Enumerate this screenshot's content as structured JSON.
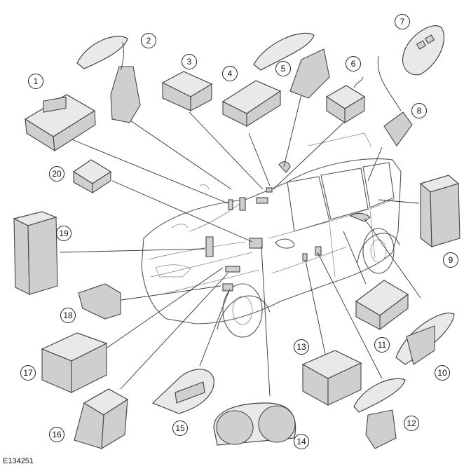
{
  "figure_id": "E134251",
  "callouts": [
    {
      "label": "1"
    },
    {
      "label": "2"
    },
    {
      "label": "3"
    },
    {
      "label": "4"
    },
    {
      "label": "5"
    },
    {
      "label": "6"
    },
    {
      "label": "7"
    },
    {
      "label": "8"
    },
    {
      "label": "9"
    },
    {
      "label": "10"
    },
    {
      "label": "11"
    },
    {
      "label": "12"
    },
    {
      "label": "13"
    },
    {
      "label": "14"
    },
    {
      "label": "15"
    },
    {
      "label": "16"
    },
    {
      "label": "17"
    },
    {
      "label": "18"
    },
    {
      "label": "19"
    },
    {
      "label": "20"
    }
  ]
}
